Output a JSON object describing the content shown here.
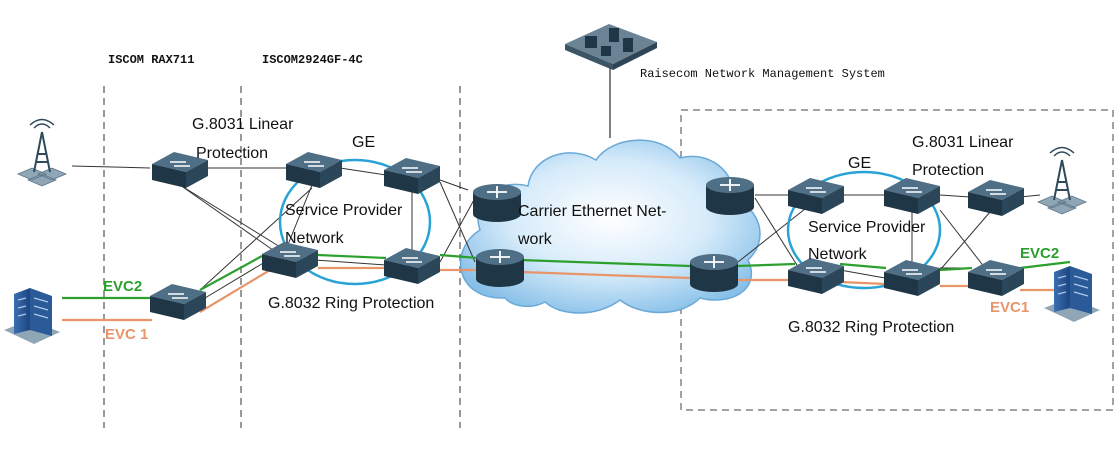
{
  "headers": {
    "rax711": "ISCOM RAX711",
    "gf4c": "ISCOM2924GF-4C"
  },
  "nms_label": "Raisecom Network Management System",
  "cloud_label": [
    "Carrier Ethernet Net-",
    "work"
  ],
  "left": {
    "linear_protection": [
      "G.8031 Linear",
      "Protection"
    ],
    "ge": "GE",
    "spn": [
      "Service Provider",
      "Network"
    ],
    "ring_protection": "G.8032 Ring Protection",
    "evc2": "EVC2",
    "evc1": "EVC 1"
  },
  "right": {
    "linear_protection": [
      "G.8031 Linear",
      "Protection"
    ],
    "ge": "GE",
    "spn": [
      "Service Provider",
      "Network"
    ],
    "ring_protection": "G.8032 Ring Protection",
    "evc2": "EVC2",
    "evc1": "EVC1"
  },
  "colors": {
    "evc2": "#2ca02c",
    "evc1": "#e8956a",
    "ring": "#29a3d6",
    "device_dark": "#2f4a5c",
    "cloud": "#8fc3ea"
  },
  "icons": [
    "cell-tower-icon",
    "switch-icon",
    "router-icon",
    "building-icon",
    "nms-server-icon",
    "cloud-icon"
  ]
}
